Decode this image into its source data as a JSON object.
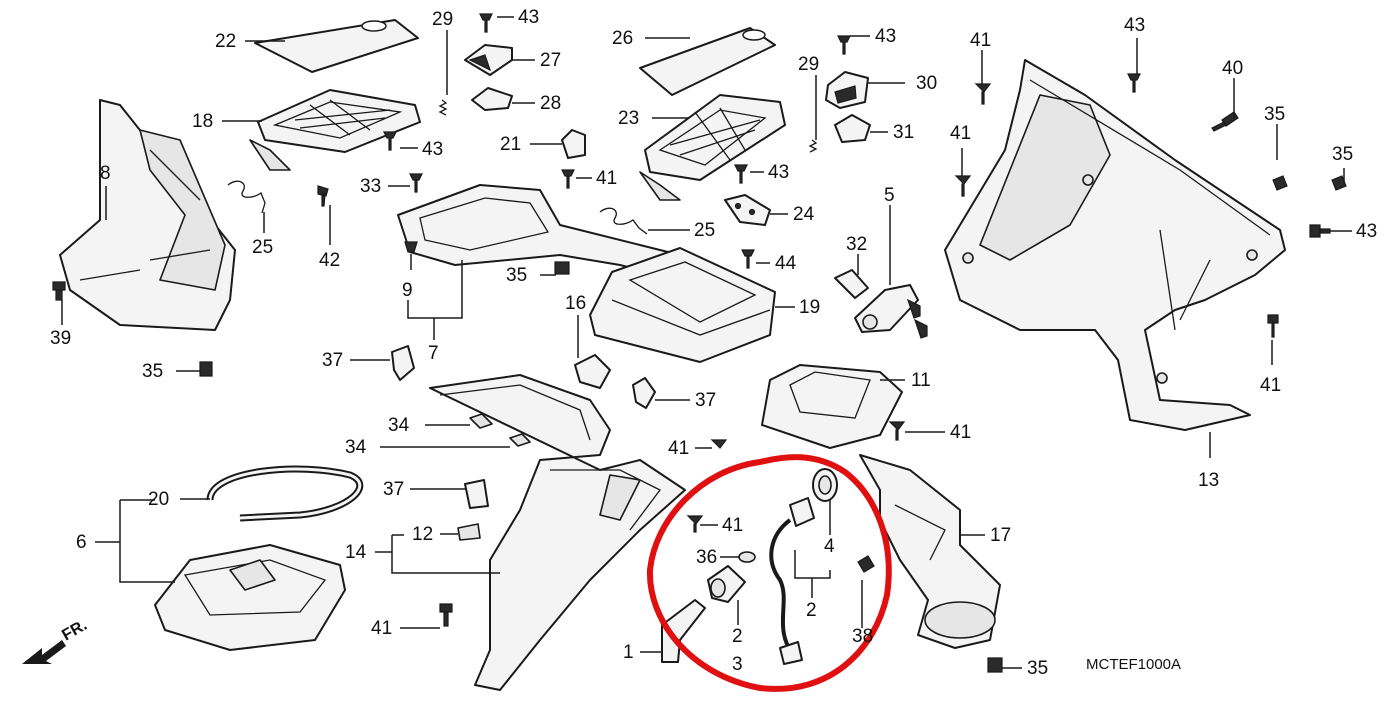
{
  "diagram": {
    "code": "MCTEF1000A",
    "direction": "FR.",
    "highlight_color": "#e01010",
    "callouts": [
      {
        "id": "c22",
        "text": "22"
      },
      {
        "id": "c29a",
        "text": "29"
      },
      {
        "id": "c43a",
        "text": "43"
      },
      {
        "id": "c27",
        "text": "27"
      },
      {
        "id": "c26",
        "text": "26"
      },
      {
        "id": "c43b",
        "text": "43"
      },
      {
        "id": "c29b",
        "text": "29"
      },
      {
        "id": "c30",
        "text": "30"
      },
      {
        "id": "c41a",
        "text": "41"
      },
      {
        "id": "c43c",
        "text": "43"
      },
      {
        "id": "c40",
        "text": "40"
      },
      {
        "id": "c28",
        "text": "28"
      },
      {
        "id": "c18",
        "text": "18"
      },
      {
        "id": "c43d",
        "text": "43"
      },
      {
        "id": "c21",
        "text": "21"
      },
      {
        "id": "c23",
        "text": "23"
      },
      {
        "id": "c31",
        "text": "31"
      },
      {
        "id": "c41b",
        "text": "41"
      },
      {
        "id": "c35a",
        "text": "35"
      },
      {
        "id": "c35b",
        "text": "35"
      },
      {
        "id": "c8",
        "text": "8"
      },
      {
        "id": "c33",
        "text": "33"
      },
      {
        "id": "c41c",
        "text": "41"
      },
      {
        "id": "c43e",
        "text": "43"
      },
      {
        "id": "c5",
        "text": "5"
      },
      {
        "id": "c25a",
        "text": "25"
      },
      {
        "id": "c42",
        "text": "42"
      },
      {
        "id": "c24",
        "text": "24"
      },
      {
        "id": "c25b",
        "text": "25"
      },
      {
        "id": "c43f",
        "text": "43"
      },
      {
        "id": "c32",
        "text": "32"
      },
      {
        "id": "c9",
        "text": "9"
      },
      {
        "id": "c35c",
        "text": "35"
      },
      {
        "id": "c44",
        "text": "44"
      },
      {
        "id": "c16",
        "text": "16"
      },
      {
        "id": "c19",
        "text": "19"
      },
      {
        "id": "c39",
        "text": "39"
      },
      {
        "id": "c7",
        "text": "7"
      },
      {
        "id": "c37a",
        "text": "37"
      },
      {
        "id": "c35d",
        "text": "35"
      },
      {
        "id": "c11",
        "text": "11"
      },
      {
        "id": "c41d",
        "text": "41"
      },
      {
        "id": "c37b",
        "text": "37"
      },
      {
        "id": "c34a",
        "text": "34"
      },
      {
        "id": "c41e",
        "text": "41"
      },
      {
        "id": "c41f",
        "text": "41"
      },
      {
        "id": "c34b",
        "text": "34"
      },
      {
        "id": "c13",
        "text": "13"
      },
      {
        "id": "c20",
        "text": "20"
      },
      {
        "id": "c37c",
        "text": "37"
      },
      {
        "id": "c41g",
        "text": "41"
      },
      {
        "id": "c17",
        "text": "17"
      },
      {
        "id": "c6",
        "text": "6"
      },
      {
        "id": "c12",
        "text": "12"
      },
      {
        "id": "c4",
        "text": "4"
      },
      {
        "id": "c14",
        "text": "14"
      },
      {
        "id": "c36",
        "text": "36"
      },
      {
        "id": "c2a",
        "text": "2"
      },
      {
        "id": "c2b",
        "text": "2"
      },
      {
        "id": "c38",
        "text": "38"
      },
      {
        "id": "c41h",
        "text": "41"
      },
      {
        "id": "c3",
        "text": "3"
      },
      {
        "id": "c1",
        "text": "1"
      },
      {
        "id": "c35e",
        "text": "35"
      }
    ]
  }
}
